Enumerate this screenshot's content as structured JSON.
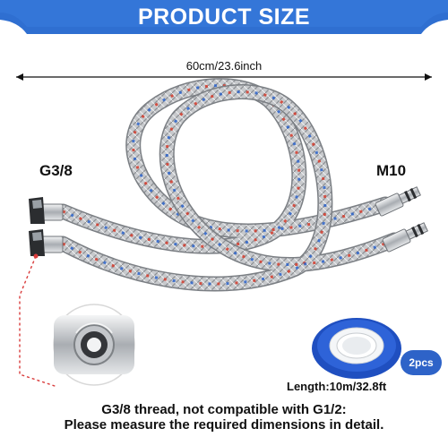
{
  "banner": {
    "title": "PRODUCT SIZE",
    "color": "#2f6fd1"
  },
  "dimension": {
    "length_label": "60cm/23.6inch"
  },
  "connectors": {
    "left_label": "G3/8",
    "right_label": "M10"
  },
  "tape": {
    "quantity_badge": "2pcs",
    "length_label": "Length:10m/32.8ft"
  },
  "note": {
    "line1": "G3/8 thread, not compatible with G1/2:",
    "line2": "Please measure the required dimensions in detail."
  },
  "colors": {
    "accent": "#2f6fd1",
    "tape_blue": "#1f4fc0",
    "braid_red": "#d23a2a",
    "braid_blue": "#2a62c9",
    "leader_red": "#d93b3b"
  }
}
